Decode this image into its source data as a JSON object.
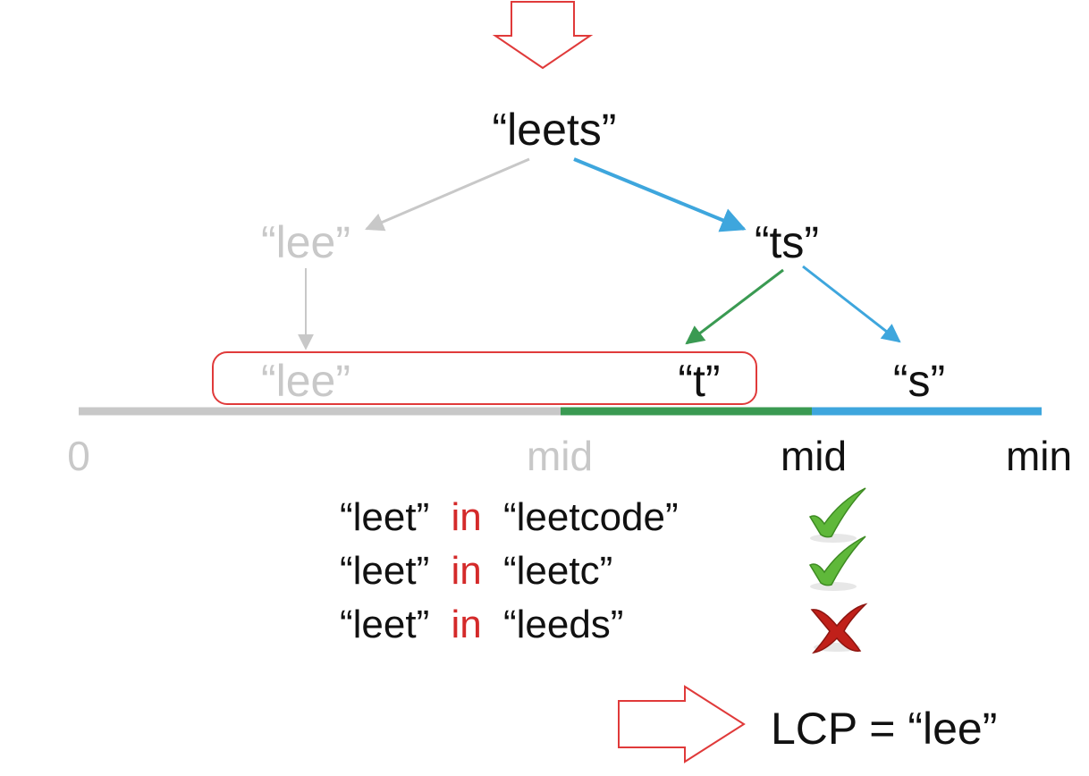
{
  "tree": {
    "root": "“leets”",
    "left": "“lee”",
    "right": "“ts”",
    "right_left": "“t”",
    "right_right": "“s”",
    "bottom_left": "“lee”"
  },
  "axis": {
    "labels": [
      "0",
      "mid",
      "mid",
      "min"
    ]
  },
  "checks": [
    {
      "needle": "“leet”",
      "op": "in",
      "haystack": "“leetcode”",
      "result": "pass"
    },
    {
      "needle": "“leet”",
      "op": "in",
      "haystack": "“leetc”",
      "result": "pass"
    },
    {
      "needle": "“leet”",
      "op": "in",
      "haystack": "“leeds”",
      "result": "fail"
    }
  ],
  "result_text": "LCP = “lee”",
  "colors": {
    "faded": "#c8c8c8",
    "blue": "#3ea6dd",
    "green": "#3a9a52",
    "red": "#e03a3a",
    "in_red": "#d42a2a",
    "check_green": "#5fb83a",
    "cross_red": "#c0201a"
  }
}
